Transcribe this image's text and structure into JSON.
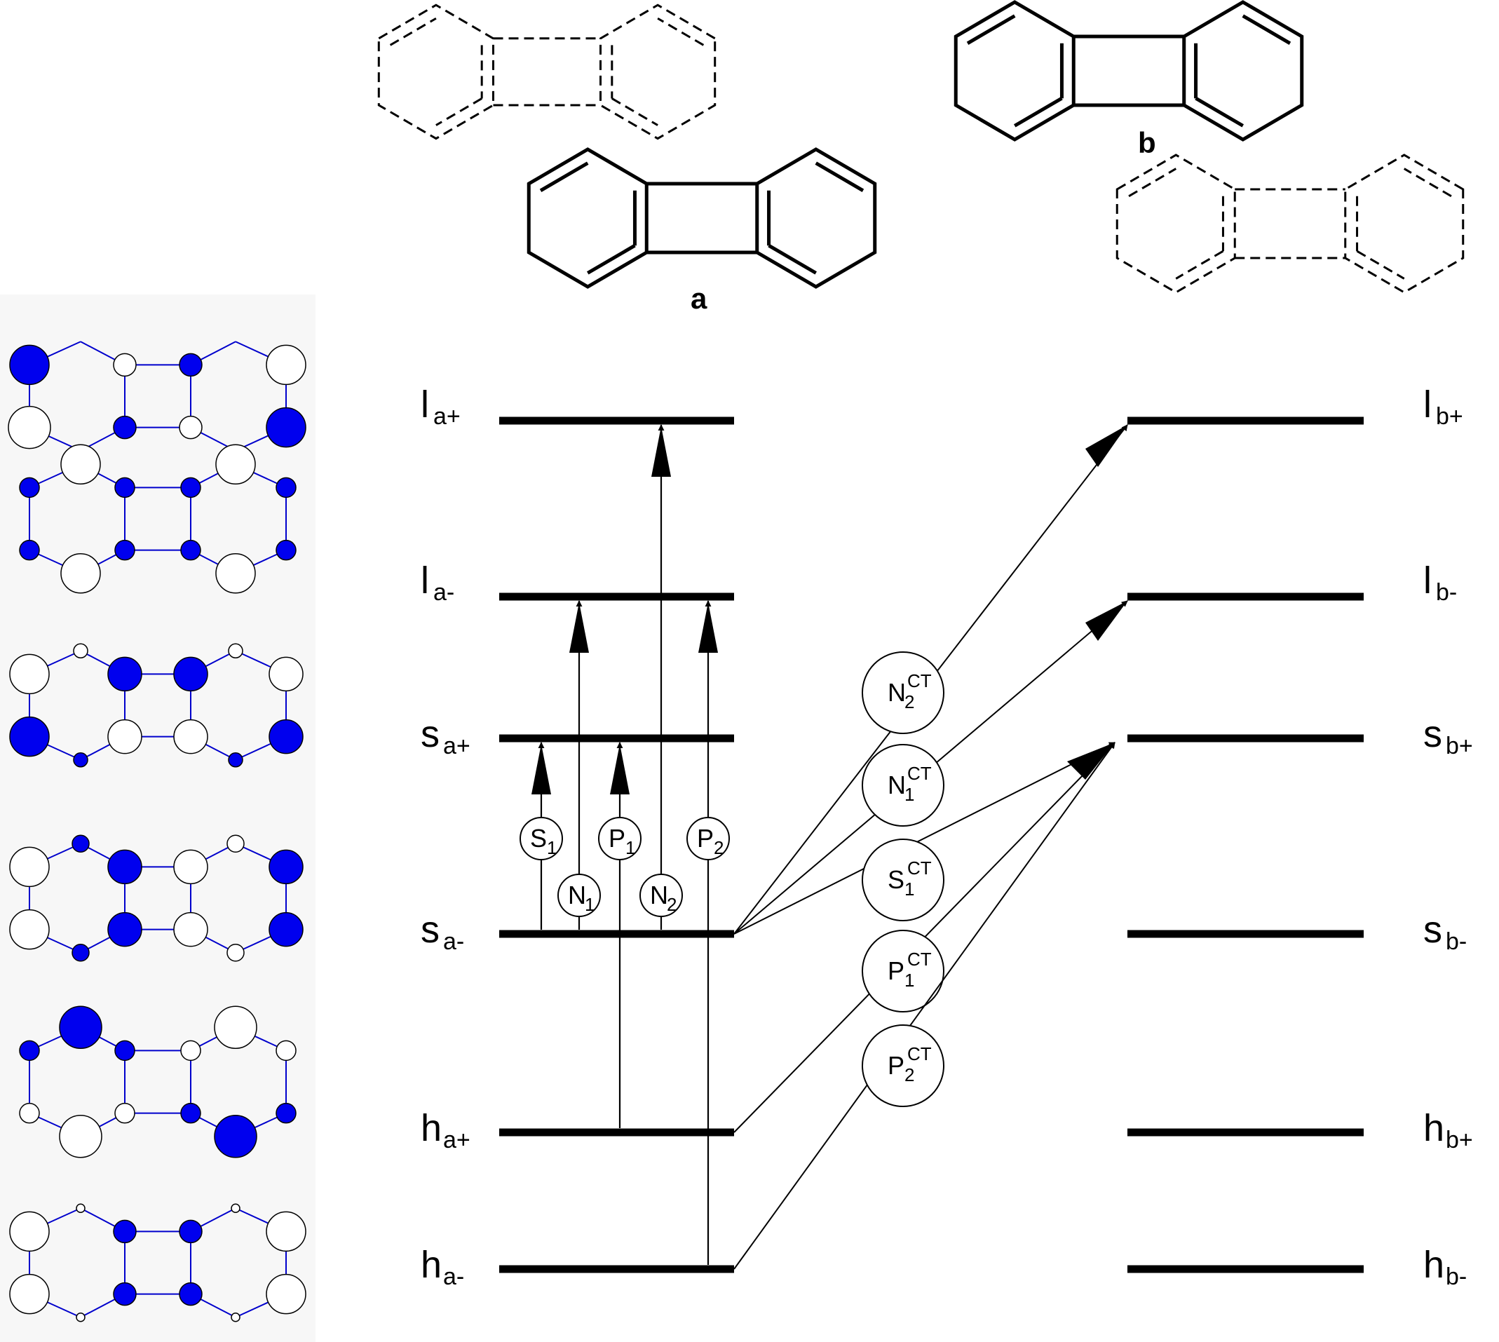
{
  "molecules": {
    "a_label": "a",
    "b_label": "b"
  },
  "levels": {
    "left": [
      {
        "id": "la_plus",
        "main": "l",
        "sub": "a+"
      },
      {
        "id": "la_minus",
        "main": "l",
        "sub": "a-"
      },
      {
        "id": "sa_plus",
        "main": "s",
        "sub": "a+"
      },
      {
        "id": "sa_minus",
        "main": "s",
        "sub": "a-"
      },
      {
        "id": "ha_plus",
        "main": "h",
        "sub": "a+"
      },
      {
        "id": "ha_minus",
        "main": "h",
        "sub": "a-"
      }
    ],
    "right": [
      {
        "id": "lb_plus",
        "main": "l",
        "sub": "b+"
      },
      {
        "id": "lb_minus",
        "main": "l",
        "sub": "b-"
      },
      {
        "id": "sb_plus",
        "main": "s",
        "sub": "b+"
      },
      {
        "id": "sb_minus",
        "main": "s",
        "sub": "b-"
      },
      {
        "id": "hb_plus",
        "main": "h",
        "sub": "b+"
      },
      {
        "id": "hb_minus",
        "main": "h",
        "sub": "b-"
      }
    ]
  },
  "local_excitations": [
    {
      "id": "S1",
      "main": "S",
      "sub": "1",
      "from": "sa_minus",
      "to": "sa_plus"
    },
    {
      "id": "N1",
      "main": "N",
      "sub": "1",
      "from": "sa_minus",
      "to": "la_minus"
    },
    {
      "id": "P1",
      "main": "P",
      "sub": "1",
      "from": "ha_plus",
      "to": "sa_plus"
    },
    {
      "id": "N2",
      "main": "N",
      "sub": "2",
      "from": "sa_minus",
      "to": "la_plus"
    },
    {
      "id": "P2",
      "main": "P",
      "sub": "2",
      "from": "ha_minus",
      "to": "la_minus"
    }
  ],
  "ct_excitations": [
    {
      "id": "N2CT",
      "main": "N",
      "sub": "2",
      "sup": "CT",
      "from": "sa_minus",
      "to": "lb_plus"
    },
    {
      "id": "N1CT",
      "main": "N",
      "sub": "1",
      "sup": "CT",
      "from": "sa_minus",
      "to": "lb_minus"
    },
    {
      "id": "S1CT",
      "main": "S",
      "sub": "1",
      "sup": "CT",
      "from": "sa_minus",
      "to": "sb_plus"
    },
    {
      "id": "P1CT",
      "main": "P",
      "sub": "1",
      "sup": "CT",
      "from": "ha_plus",
      "to": "sb_plus"
    },
    {
      "id": "P2CT",
      "main": "P",
      "sub": "2",
      "sup": "CT",
      "from": "ha_minus",
      "to": "sb_plus"
    }
  ],
  "orbitals_count": 6,
  "colors": {
    "lobe_filled": "#0000ee",
    "bond_line": "#0000cc",
    "level_line": "#000000"
  }
}
